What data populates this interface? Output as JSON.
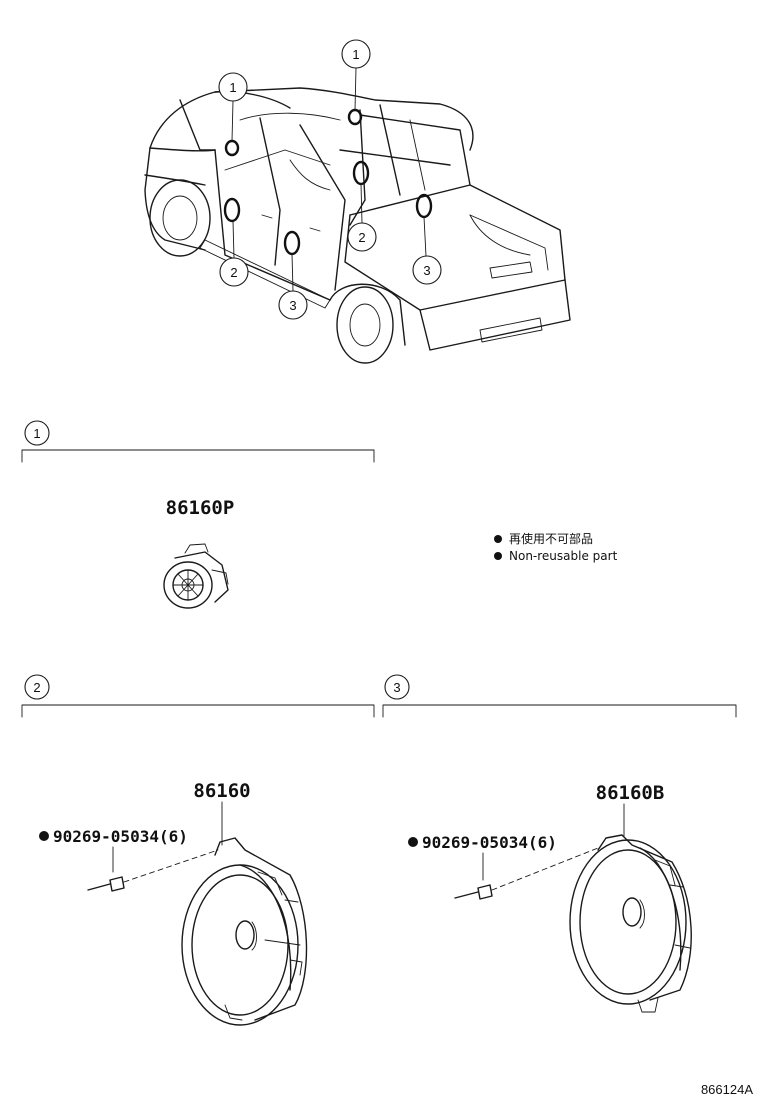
{
  "callouts": {
    "one": "1",
    "two": "2",
    "three": "3"
  },
  "sections": [
    {
      "label": "1",
      "part_number": "86160P"
    },
    {
      "label": "2",
      "part_number": "86160",
      "fastener": "90269-05034(6)"
    },
    {
      "label": "3",
      "part_number": "86160B",
      "fastener": "90269-05034(6)"
    }
  ],
  "legend": {
    "line_jp": "再使用不可部品",
    "line_en": "Non-reusable part"
  },
  "illustration_code": "866124A"
}
